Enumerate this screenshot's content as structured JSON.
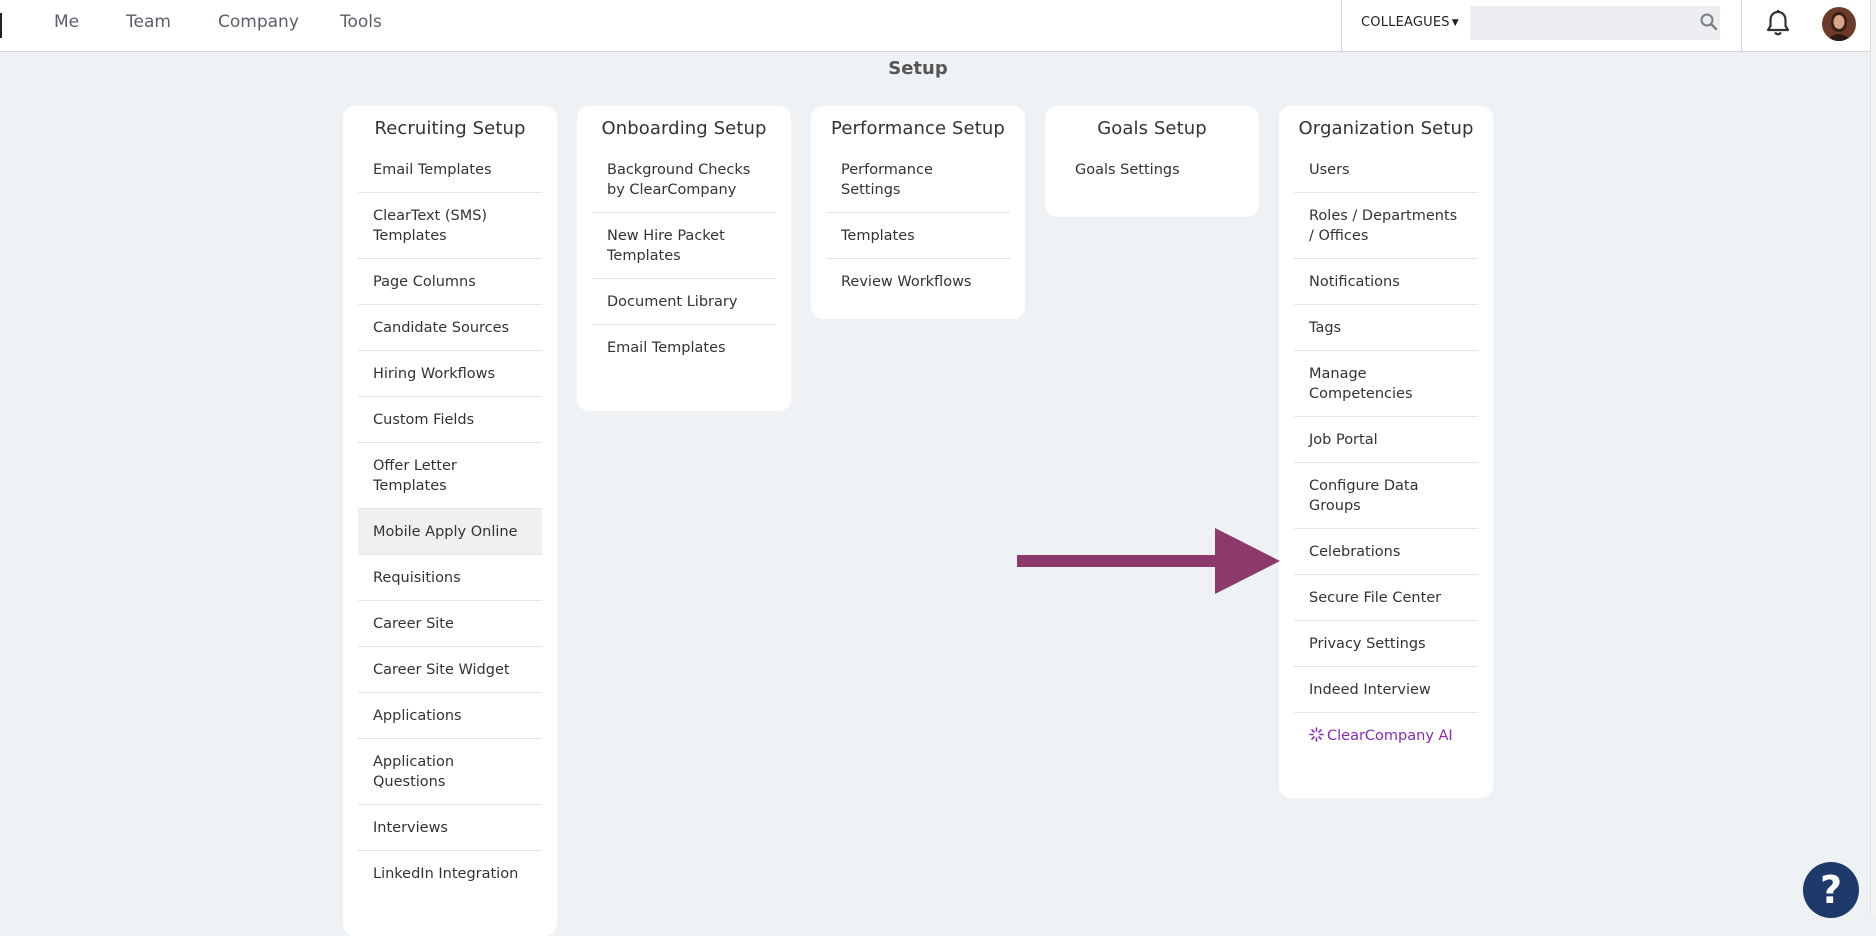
{
  "nav": {
    "items": [
      "Me",
      "Team",
      "Company",
      "Tools"
    ],
    "colleagues_label": "COLLEAGUES",
    "search_placeholder": ""
  },
  "page_title": "Setup",
  "cards": [
    {
      "title": "Recruiting Setup",
      "items": [
        "Email Templates",
        "ClearText (SMS) Templates",
        "Page Columns",
        "Candidate Sources",
        "Hiring Workflows",
        "Custom Fields",
        "Offer Letter Templates",
        "Mobile Apply Online",
        "Requisitions",
        "Career Site",
        "Career Site Widget",
        "Applications",
        "Application Questions",
        "Interviews",
        "LinkedIn Integration"
      ]
    },
    {
      "title": "Onboarding Setup",
      "items": [
        "Background Checks by ClearCompany",
        "New Hire Packet Templates",
        "Document Library",
        "Email Templates"
      ]
    },
    {
      "title": "Performance Setup",
      "items": [
        "Performance Settings",
        "Templates",
        "Review Workflows"
      ]
    },
    {
      "title": "Goals Setup",
      "items": [
        "Goals Settings"
      ]
    },
    {
      "title": "Organization Setup",
      "items": [
        "Users",
        "Roles / Departments / Offices",
        "Notifications",
        "Tags",
        "Manage Competencies",
        "Job Portal",
        "Configure Data Groups",
        "Celebrations",
        "Secure File Center",
        "Privacy Settings",
        "Indeed Interview",
        "ClearCompany AI"
      ]
    }
  ],
  "help_label": "?",
  "colors": {
    "arrow": "#8b3a6b",
    "ai_link": "#8a2bb5",
    "help_button": "#1d3a6b",
    "background": "#eff2f5"
  },
  "icons": [
    "search-icon",
    "bell-icon",
    "avatar",
    "sparkle-icon",
    "help-icon"
  ]
}
